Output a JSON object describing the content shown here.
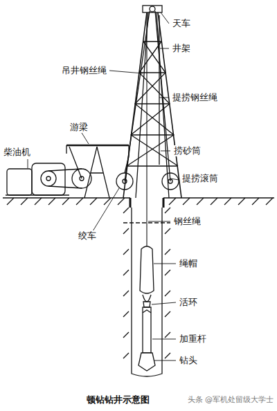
{
  "diagram": {
    "caption": "顿钻钻井示意图",
    "labels": [
      "天车",
      "井架",
      "吊井钢丝绳",
      "提捞钢丝绳",
      "游梁",
      "捞砂筒",
      "柴油机",
      "提捞滚筒",
      "绞车",
      "钢丝绳",
      "绳帽",
      "活环",
      "加重杆",
      "钻头",
      "头条 @军机处留级大学士"
    ]
  }
}
